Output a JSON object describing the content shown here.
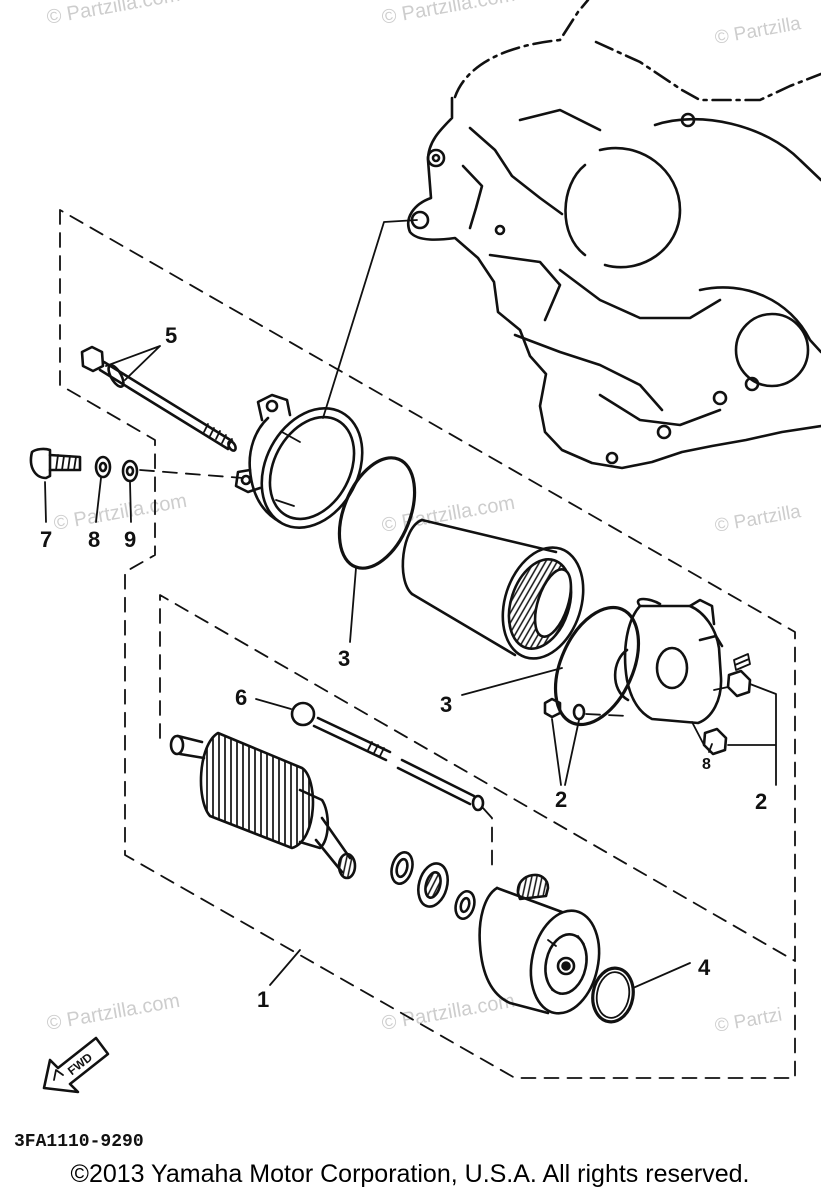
{
  "diagram": {
    "callouts": [
      "5",
      "7",
      "8",
      "9",
      "3",
      "3",
      "6",
      "2",
      "8",
      "2",
      "4",
      "1"
    ],
    "orientation_arrow_label": "FWD",
    "drawing_code": "3FA1110-9290"
  },
  "watermarks": [
    "© Partzilla.com",
    "© Partzilla.com",
    "© Partzilla",
    "© Partzilla.com",
    "© Partzilla.com",
    "© Partzilla",
    "© Partzilla.com",
    "© Partzilla.com",
    "© Partzi"
  ],
  "copyright": "©2013 Yamaha Motor Corporation, U.S.A. All rights reserved.",
  "colors": {
    "line": "#111111",
    "watermark": "#bdbdbd",
    "background": "#ffffff"
  }
}
